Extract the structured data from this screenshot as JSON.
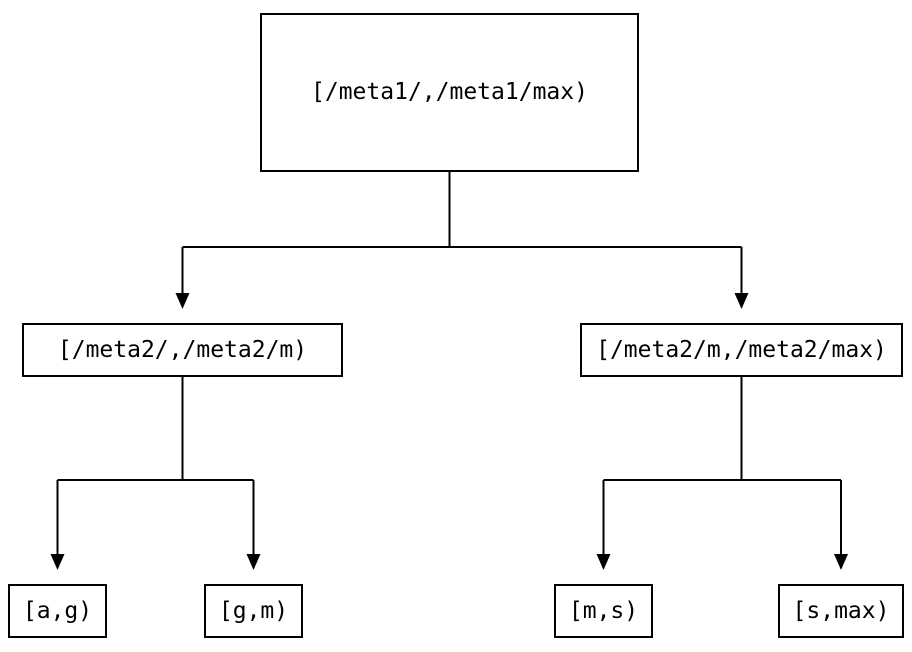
{
  "colors": {
    "background": "#ffffff",
    "line": "#000000",
    "text": "#000000"
  },
  "nodes": {
    "root": {
      "label": "[/meta1/,/meta1/max)"
    },
    "meta2_low": {
      "label": "[/meta2/,/meta2/m)"
    },
    "meta2_high": {
      "label": "[/meta2/m,/meta2/max)"
    },
    "leaf_ag": {
      "label": "[a,g)"
    },
    "leaf_gm": {
      "label": "[g,m)"
    },
    "leaf_ms": {
      "label": "[m,s)"
    },
    "leaf_smax": {
      "label": "[s,max)"
    }
  },
  "edges": [
    {
      "from": "root",
      "to": "meta2_low"
    },
    {
      "from": "root",
      "to": "meta2_high"
    },
    {
      "from": "meta2_low",
      "to": "leaf_ag"
    },
    {
      "from": "meta2_low",
      "to": "leaf_gm"
    },
    {
      "from": "meta2_high",
      "to": "leaf_ms"
    },
    {
      "from": "meta2_high",
      "to": "leaf_smax"
    }
  ]
}
